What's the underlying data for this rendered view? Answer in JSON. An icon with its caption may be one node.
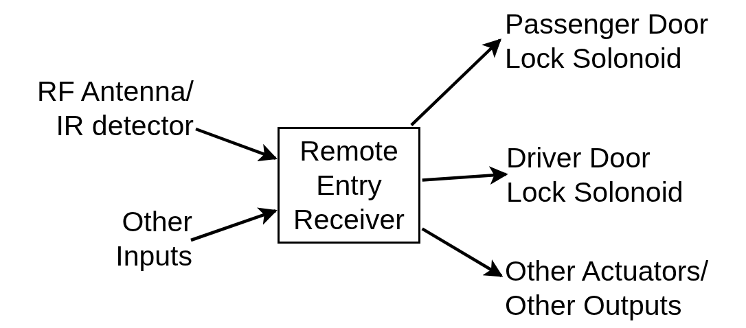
{
  "diagram": {
    "nodes": [
      {
        "text": [
          "RF Antenna/ IR detector"
        ]
      },
      {
        "text": [
          "Other Inputs"
        ]
      },
      {
        "text": [
          "Remote Entry Receiver"
        ]
      },
      {
        "text": [
          "Passenger Door Lock Solonoid"
        ]
      },
      {
        "text": [
          "Driver Door Lock Solonoid"
        ]
      },
      {
        "text": [
          "Other Actuators/ Other Outputs"
        ]
      }
    ],
    "edges": [
      {
        "from": 0,
        "to": 2,
        "arrow": "to"
      },
      {
        "from": 1,
        "to": 2,
        "arrow": "to"
      },
      {
        "from": 2,
        "to": 3,
        "arrow": "to"
      },
      {
        "from": 2,
        "to": 4,
        "arrow": "to"
      },
      {
        "from": 2,
        "to": 5,
        "arrow": "to"
      }
    ]
  }
}
